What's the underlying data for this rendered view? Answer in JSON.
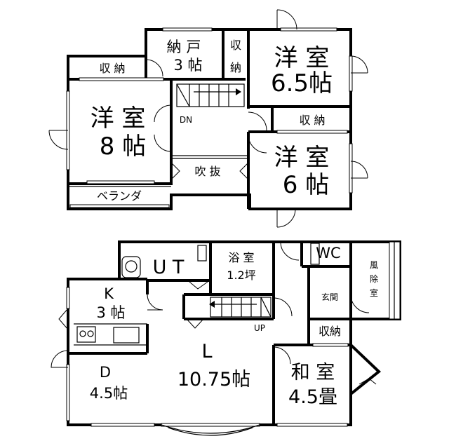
{
  "upper_floor": {
    "western_room_8": {
      "name": "洋 室",
      "size": "8 帖"
    },
    "storage_left": "収 納",
    "closet_room": {
      "name": "納 戸",
      "size": "3 帖"
    },
    "storage_small": {
      "line1": "収",
      "line2": "納"
    },
    "western_room_65": {
      "name": "洋 室",
      "size": "6.5帖"
    },
    "storage_right": "収 納",
    "western_room_6": {
      "name": "洋 室",
      "size": "6 帖"
    },
    "stair_down": "DN",
    "void": "吹 抜",
    "veranda": "ベランダ"
  },
  "lower_floor": {
    "utility": "U T",
    "bath": {
      "name": "浴 室",
      "size": "1.2坪"
    },
    "wc": "WC",
    "windbreak": {
      "line1": "風",
      "line2": "除",
      "line3": "室"
    },
    "entrance": "玄関",
    "kitchen": {
      "name": "K",
      "size": "3 帖"
    },
    "living": {
      "name": "L",
      "size": "10.75帖"
    },
    "dining": {
      "name": "D",
      "size": "4.5帖"
    },
    "stair_up": "UP",
    "storage": "収納",
    "japanese_room": {
      "name": "和 室",
      "size": "4.5畳"
    }
  }
}
